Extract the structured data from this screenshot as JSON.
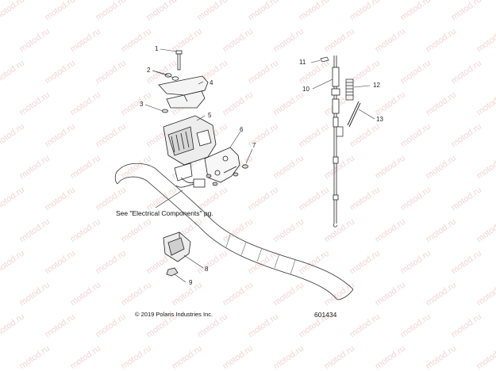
{
  "watermark": "motod.ru",
  "callouts": [
    "1",
    "2",
    "3",
    "4",
    "5",
    "6",
    "7",
    "8",
    "9",
    "10",
    "11",
    "12",
    "13"
  ],
  "reference_note": "See \"Electrical Components\" pg.",
  "copyright": "© 2019 Polaris Industries Inc.",
  "diagram_number": "601434"
}
